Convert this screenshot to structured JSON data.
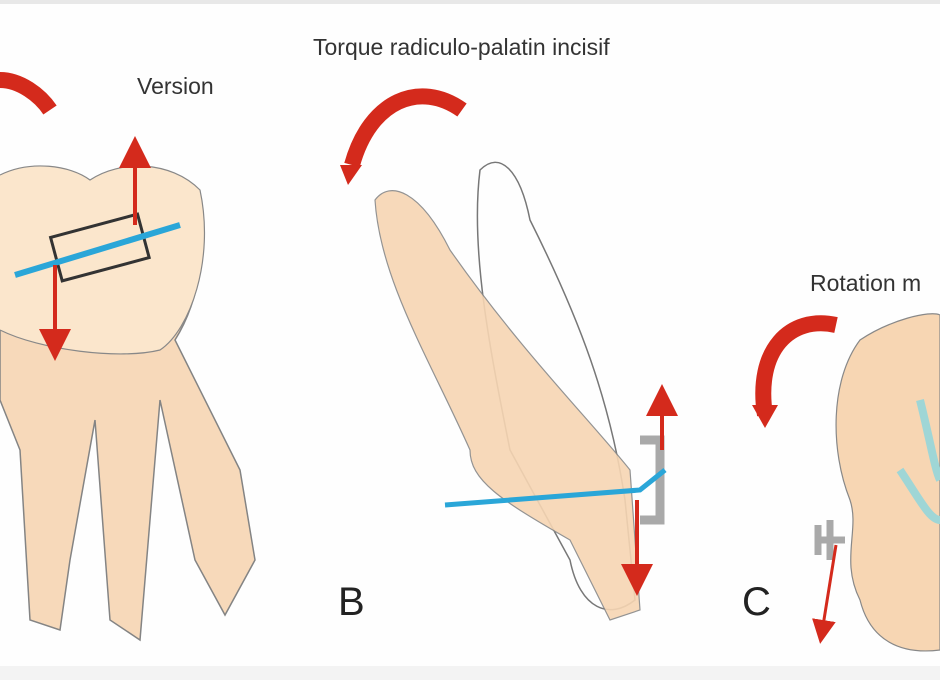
{
  "title": "Torque radiculo-palatin incisif",
  "panels": [
    {
      "label": "Version"
    },
    {
      "letter": "B"
    },
    {
      "label": "Rotation m",
      "letter": "C"
    }
  ],
  "colors": {
    "tooth": "#f7d6b3",
    "arrow": "#d42a1c",
    "wire": "#2aa6d8",
    "bracket": "#a9a9a9"
  }
}
